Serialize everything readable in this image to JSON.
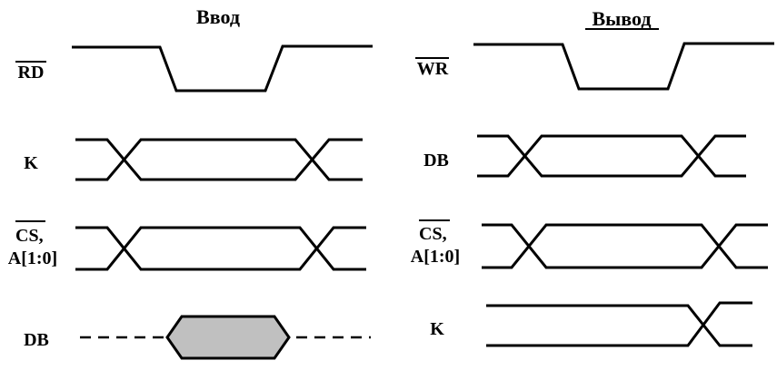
{
  "input": {
    "title": "Ввод",
    "signals": {
      "rd": "RD",
      "k": "K",
      "cs": "CS,",
      "addr": "A[1:0]",
      "db": "DB"
    }
  },
  "output": {
    "title": "Вывод",
    "signals": {
      "wr": "WR",
      "db": "DB",
      "cs": "CS,",
      "addr": "A[1:0]",
      "k": "K"
    }
  },
  "colors": {
    "line": "#000000",
    "data_fill": "#c0c0c0",
    "background": "#ffffff"
  }
}
